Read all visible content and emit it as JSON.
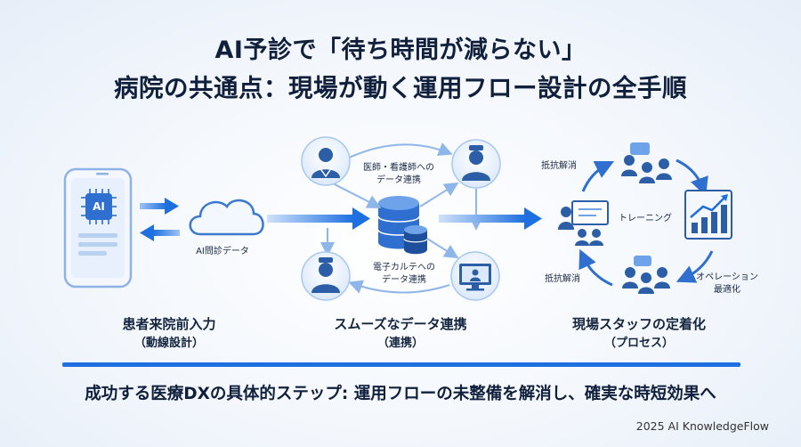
{
  "title": {
    "line1": "AI予診で「待ち時間が減らない」",
    "line2": "病院の共通点：現場が動く運用フロー設計の全手順"
  },
  "left": {
    "ai_chip": "AI",
    "ai_link_label": "AI問診データ",
    "caption": "患者来院前入力",
    "caption_sub": "（動線設計）"
  },
  "middle": {
    "top_link_label": "医師・看護師への\nデータ連携",
    "bottom_link_label": "電子カルテへの\nデータ連携",
    "caption": "スムーズなデータ連携",
    "caption_sub": "（連携）"
  },
  "right": {
    "resistance_top": "抵抗解消",
    "training": "トレーニング",
    "resistance_bottom": "抵抗解消",
    "operation": "オペレーション\n最適化",
    "caption": "現場スタッフの定着化",
    "caption_sub": "（プロセス）"
  },
  "summary": "成功する医療DXの具体的ステップ: 運用フローの未整備を解消し、確実な時短効果へ",
  "footer": "2025 AI KnowledgeFlow",
  "colors": {
    "accent": "#1e6fe0",
    "dark_blue": "#1b3f73",
    "light_blue": "#dbe9fb"
  }
}
